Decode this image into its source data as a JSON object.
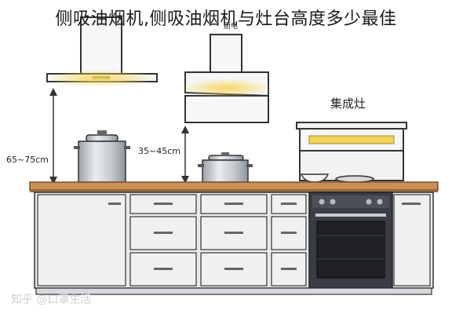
{
  "title": "侧吸油烟机,侧吸油烟机与灶台高度多少最佳",
  "dimensions": {
    "left_hood_height": "65~75cm",
    "side_hood_height": "35~45cm"
  },
  "labels": {
    "integrated_stove": "集成灶",
    "side_hood_brand": "厨电"
  },
  "watermark": "知乎 @口罩生活",
  "colors": {
    "countertop": "#c98f57",
    "cabinet": "#ecedee",
    "glow": "#f3d25a",
    "oven": "#3a3d44"
  }
}
